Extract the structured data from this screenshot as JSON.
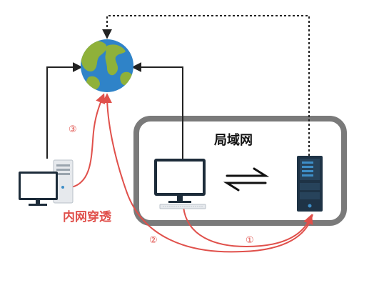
{
  "lan": {
    "title": "局域网"
  },
  "labels": {
    "penetration": "内网穿透"
  },
  "steps": {
    "one": "①",
    "two": "②",
    "three": "③"
  },
  "colors": {
    "red_path": "#e0504b",
    "red_text": "#e0504b",
    "frame": "#7a7a7a",
    "black_arrow": "#222222",
    "globe_ocean": "#2f83c8",
    "globe_land": "#8fb13a",
    "server_body": "#1e3346",
    "server_accent": "#3e8ec7",
    "monitor_frame": "#1d2c3a",
    "monitor_screen": "#ffffff"
  },
  "icons": {
    "globe": "globe-icon",
    "server": "server-icon",
    "lan_computer": "monitor-icon",
    "external_computer": "desktop-pc-icon",
    "exchange": "exchange-arrows-icon"
  }
}
